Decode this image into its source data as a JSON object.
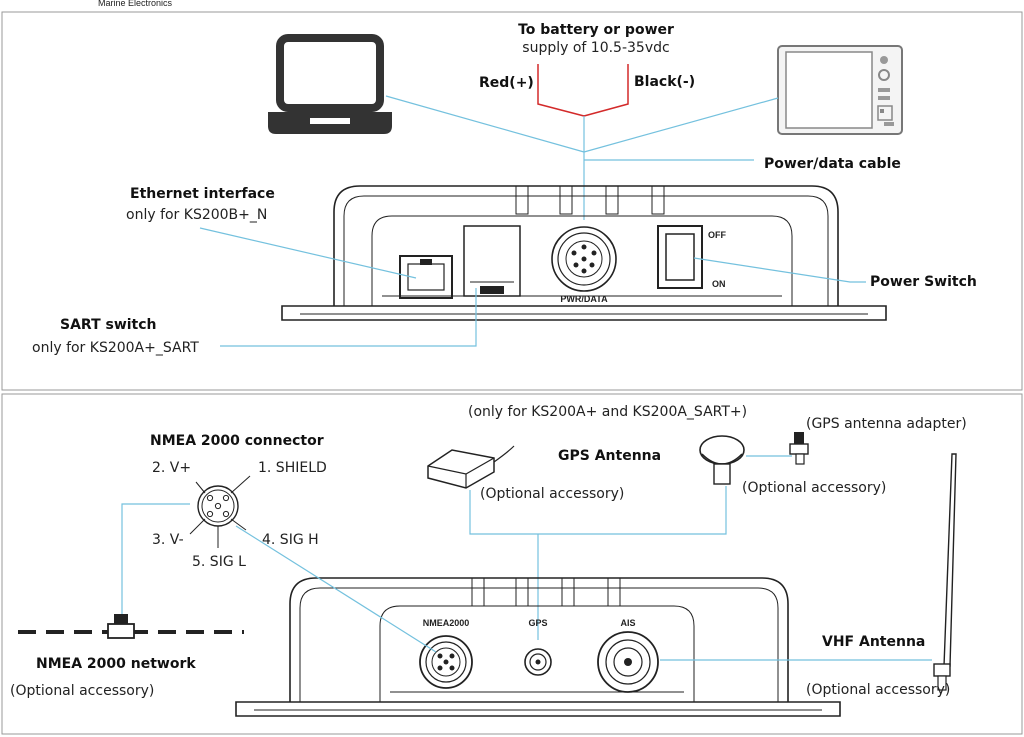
{
  "brand": {
    "tagline": "Marine Electronics"
  },
  "top_panel": {
    "power_heading": "To battery or power",
    "power_sub": "supply of 10.5-35vdc",
    "red_label": "Red(+)",
    "black_label": "Black(-)",
    "power_data_cable": "Power/data cable",
    "ethernet_title": "Ethernet interface",
    "ethernet_note": "only for KS200B+_N",
    "sart_title": "SART switch",
    "sart_note": "only for KS200A+_SART",
    "power_switch": "Power Switch",
    "off_label": "OFF",
    "on_label": "ON",
    "pwr_data_port": "PWR/DATA"
  },
  "bottom_panel": {
    "gps_note": "(only for KS200A+ and KS200A_SART+)",
    "gps_adapter": "(GPS antenna adapter)",
    "gps_antenna": "GPS Antenna",
    "optional_1": "(Optional accessory)",
    "optional_2": "(Optional accessory)",
    "optional_3": "(Optional accessory)",
    "optional_4": "(Optional accessory)",
    "nmea_connector_title": "NMEA 2000 connector",
    "pin_2": "2. V+",
    "pin_1": "1. SHIELD",
    "pin_3": "3. V-",
    "pin_4": "4. SIG H",
    "pin_5": "5. SIG L",
    "nmea_network": "NMEA 2000 network",
    "vhf_antenna": "VHF Antenna",
    "port_nmea": "NMEA2000",
    "port_gps": "GPS",
    "port_ais": "AIS"
  }
}
